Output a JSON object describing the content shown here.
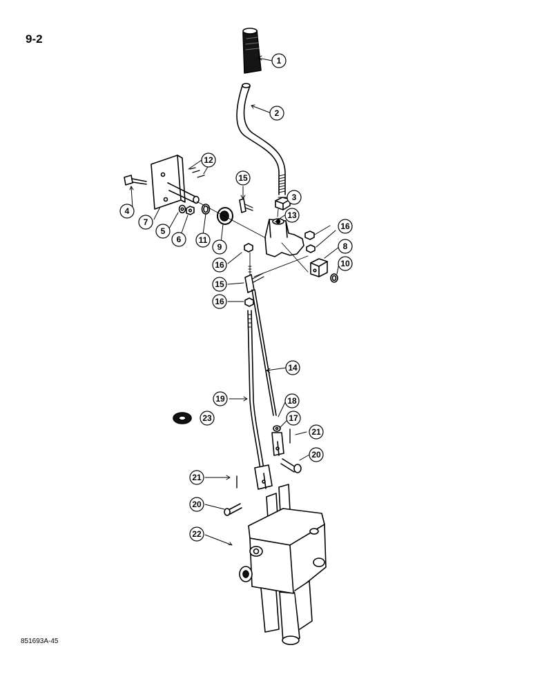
{
  "page": {
    "number": "9-2",
    "figure_code": "851693A-45"
  },
  "callouts": [
    {
      "label": "1",
      "part": "handle-grip"
    },
    {
      "label": "2",
      "part": "lever"
    },
    {
      "label": "3",
      "part": "nut"
    },
    {
      "label": "4",
      "part": "bolt"
    },
    {
      "label": "7",
      "part": "mounting-plate"
    },
    {
      "label": "5",
      "part": "washer"
    },
    {
      "label": "6",
      "part": "nut"
    },
    {
      "label": "11",
      "part": "snap-ring"
    },
    {
      "label": "9",
      "part": "bushing"
    },
    {
      "label": "12",
      "part": "pin"
    },
    {
      "label": "15",
      "part": "swivel"
    },
    {
      "label": "13",
      "part": "lever-block"
    },
    {
      "label": "16",
      "part": "nut"
    },
    {
      "label": "8",
      "part": "block"
    },
    {
      "label": "10",
      "part": "ring"
    },
    {
      "label": "16",
      "part": "nut"
    },
    {
      "label": "15",
      "part": "swivel"
    },
    {
      "label": "16",
      "part": "nut"
    },
    {
      "label": "14",
      "part": "rod"
    },
    {
      "label": "19",
      "part": "rod"
    },
    {
      "label": "18",
      "part": "nut"
    },
    {
      "label": "17",
      "part": "clevis"
    },
    {
      "label": "23",
      "part": "washer"
    },
    {
      "label": "21",
      "part": "cotter-pin"
    },
    {
      "label": "20",
      "part": "clevis-pin"
    },
    {
      "label": "21",
      "part": "cotter-pin"
    },
    {
      "label": "20",
      "part": "clevis-pin"
    },
    {
      "label": "22",
      "part": "control-valve"
    }
  ]
}
